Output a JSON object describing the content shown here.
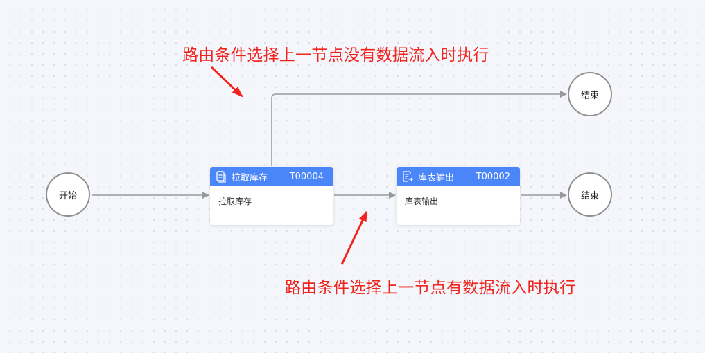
{
  "nodes": {
    "start": {
      "label": "开始"
    },
    "end_top": {
      "label": "结束"
    },
    "end_bottom": {
      "label": "结束"
    },
    "task_pull_inventory": {
      "title": "拉取库存",
      "code": "T00004",
      "body": "拉取库存",
      "icon": "document-icon"
    },
    "task_inventory_output": {
      "title": "库表输出",
      "code": "T00002",
      "body": "库表输出",
      "icon": "document-export-icon"
    }
  },
  "annotations": {
    "top": "路由条件选择上一节点没有数据流入时执行",
    "bottom": "路由条件选择上一节点有数据流入时执行"
  },
  "colors": {
    "task_header": "#4a86f7",
    "edge": "#9a9a9a",
    "annotation": "#f0241c",
    "node_border": "#8f8f8f"
  }
}
